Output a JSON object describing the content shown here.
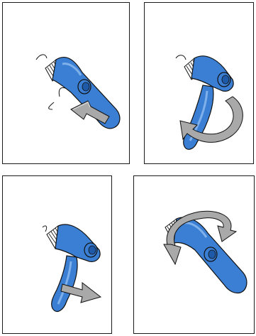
{
  "colors": {
    "tool_blue": "#3a7fd4",
    "tool_blue_dark": "#1f5aa8",
    "tool_blue_light": "#7fb0ea",
    "outline": "#111111",
    "arrow_gray": "#a9a9a9",
    "arrow_gray_light": "#d6d6d6",
    "panel_border": "#1a1a1a"
  },
  "panels": [
    {
      "step": 1,
      "action": "slide-release-button"
    },
    {
      "step": 2,
      "action": "fold-handle-down"
    },
    {
      "step": 3,
      "action": "pull-handle-out"
    },
    {
      "step": 4,
      "action": "rotate-nozzle-collar"
    }
  ]
}
